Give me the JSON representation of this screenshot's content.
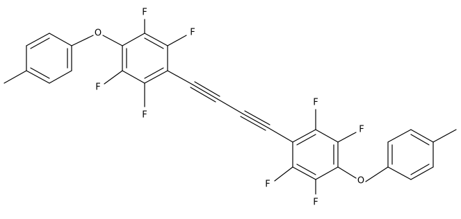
{
  "atoms": {
    "o_left": "O",
    "o_right": "O",
    "f_l1": "F",
    "f_l2": "F",
    "f_l3": "F",
    "f_l4": "F",
    "f_r1": "F",
    "f_r2": "F",
    "f_r3": "F",
    "f_r4": "F"
  }
}
